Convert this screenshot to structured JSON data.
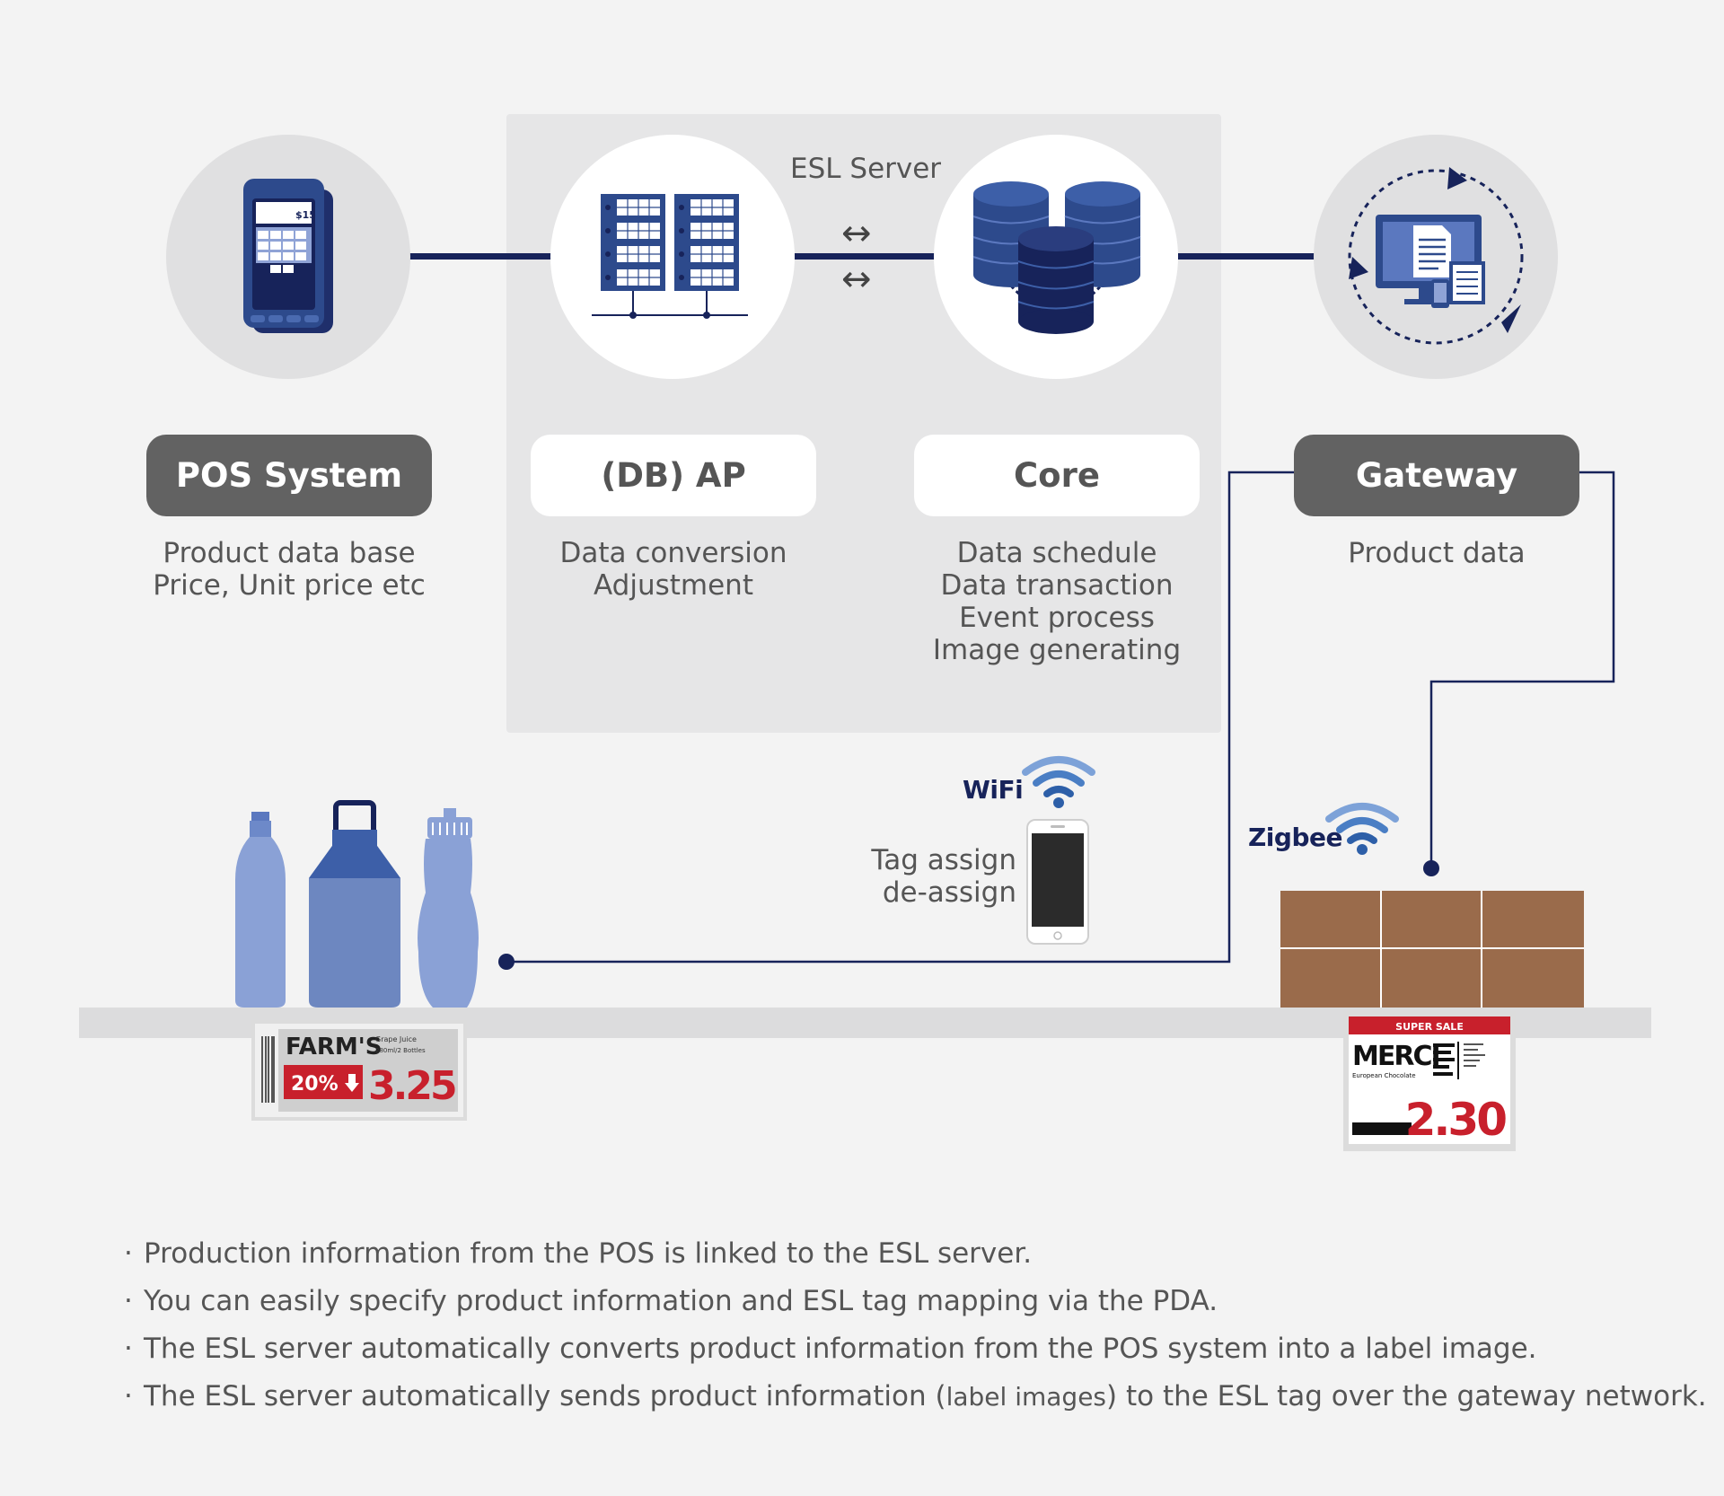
{
  "server": {
    "title": "ESL Server",
    "arrow_top": "↔",
    "arrow_bottom": "↔"
  },
  "nodes": {
    "pos": {
      "label": "POS System",
      "desc": [
        "Product data base",
        "Price, Unit price etc"
      ],
      "icon": "pos-terminal-icon"
    },
    "ap": {
      "label": "(DB) AP",
      "desc": [
        "Data conversion",
        "Adjustment"
      ],
      "icon": "server-rack-icon"
    },
    "core": {
      "label": "Core",
      "desc": [
        "Data schedule",
        "Data transaction",
        "Event process",
        "Image generating"
      ],
      "icon": "database-icon"
    },
    "gateway": {
      "label": "Gateway",
      "desc": [
        "Product data"
      ],
      "icon": "sync-monitor-icon"
    }
  },
  "wireless": {
    "wifi": "WiFi",
    "zigbee": "Zigbee"
  },
  "pda": {
    "lines": [
      "Tag assign",
      "de-assign"
    ]
  },
  "tags": {
    "left": {
      "brand": "FARM'S",
      "product": "Grape Juice",
      "detail": "280ml/2 Bottles",
      "discount": "20%",
      "price": "3.25"
    },
    "right": {
      "banner": "SUPER SALE",
      "brand": "MERCI",
      "subtitle": "European Chocolate",
      "price": "2.30"
    }
  },
  "notes": [
    {
      "text": "Production information from the POS is linked to the ESL server."
    },
    {
      "text": "You can easily specify product information and ESL tag mapping via the PDA."
    },
    {
      "text": "The ESL server automatically converts product information from the POS system into a label image."
    },
    {
      "before": "The ESL server automatically sends product information (",
      "small": "label images",
      "after": ") to the ESL tag over the gateway network."
    }
  ],
  "colors": {
    "navy": "#17235a",
    "blue": "#2d4a8c",
    "pill_dark": "#626262",
    "price_red": "#c8202c",
    "box_brown": "#9a6b4b",
    "wifi_blue": "#4a7ec4"
  }
}
